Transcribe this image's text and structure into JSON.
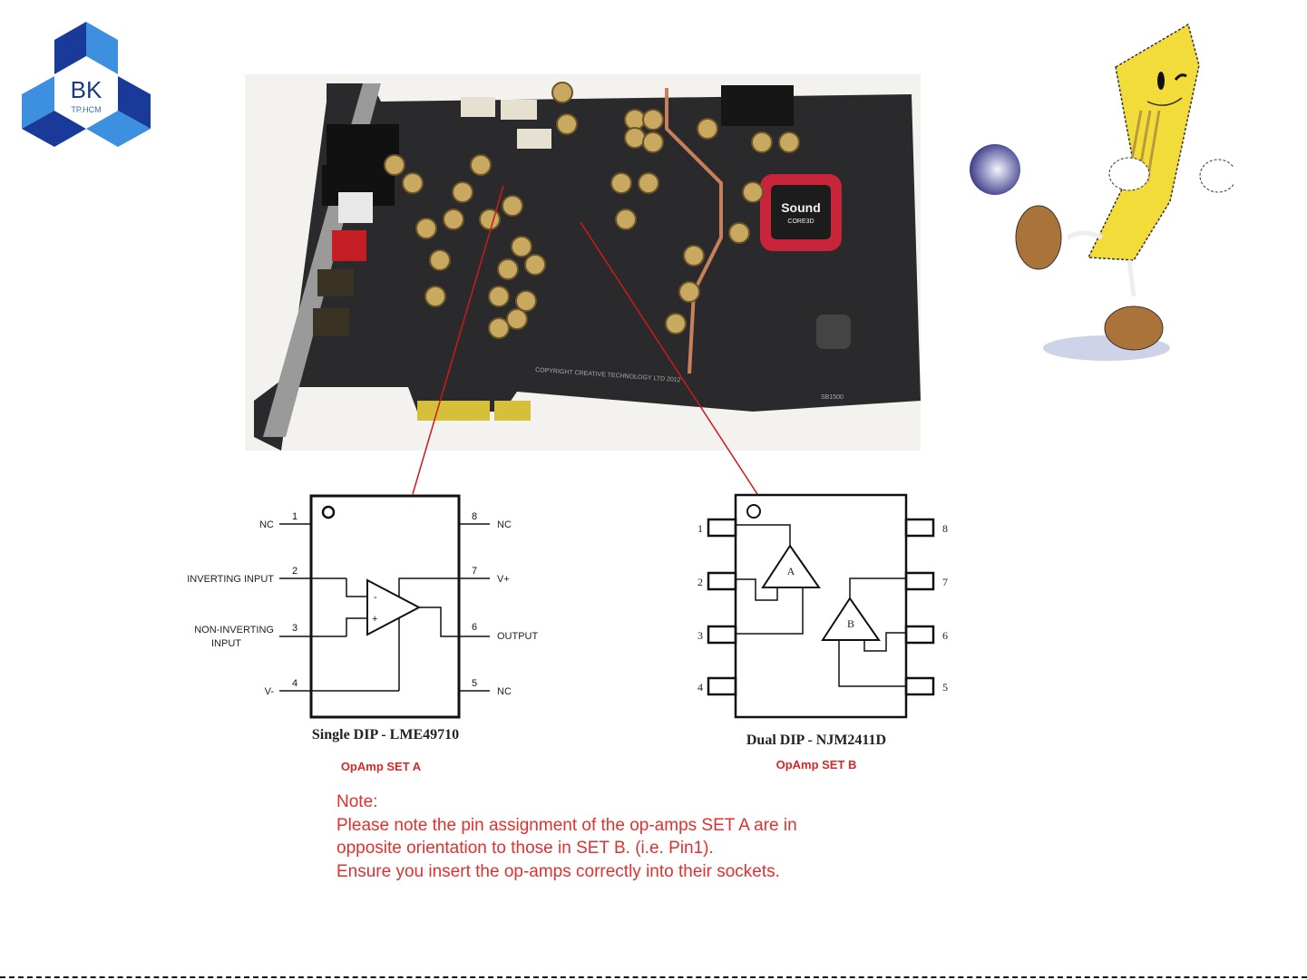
{
  "logo": {
    "title": "BK",
    "subtitle": "TP.HCM",
    "colors": {
      "dark": "#1a3a9a",
      "light": "#3d8fe0"
    }
  },
  "board": {
    "chip_label": "Sound",
    "chip_sublabel": "CORE3D",
    "copyright": "COPYRIGHT CREATIVE TECHNOLOGY LTD 2012",
    "board_id": "SB1500"
  },
  "mascot": {
    "description": "cartoon IC chip character kicking a ball"
  },
  "leader_color": "#cc1a1a",
  "dip_a": {
    "caption": "Single DIP - LME49710",
    "set_label": "OpAmp SET A",
    "pins": [
      {
        "num": "1",
        "label": "NC"
      },
      {
        "num": "2",
        "label": "INVERTING INPUT"
      },
      {
        "num": "3",
        "label": "NON-INVERTING",
        "label2": "INPUT"
      },
      {
        "num": "4",
        "label": "V-"
      },
      {
        "num": "5",
        "label": "NC"
      },
      {
        "num": "6",
        "label": "OUTPUT"
      },
      {
        "num": "7",
        "label": "V+"
      },
      {
        "num": "8",
        "label": "NC"
      }
    ],
    "inv_sign": "-",
    "noninv_sign": "+"
  },
  "dip_b": {
    "caption": "Dual DIP - NJM2411D",
    "set_label": "OpAmp SET B",
    "pins": [
      "1",
      "2",
      "3",
      "4",
      "5",
      "6",
      "7",
      "8"
    ],
    "amp_a": "A",
    "amp_b": "B"
  },
  "note": {
    "heading": "Note:",
    "lines": [
      "Please note the pin assignment of the op-amps SET A are in",
      "opposite orientation to those in SET B. (i.e. Pin1).",
      "Ensure you insert the op-amps correctly into their sockets."
    ],
    "color": "#e03030"
  }
}
